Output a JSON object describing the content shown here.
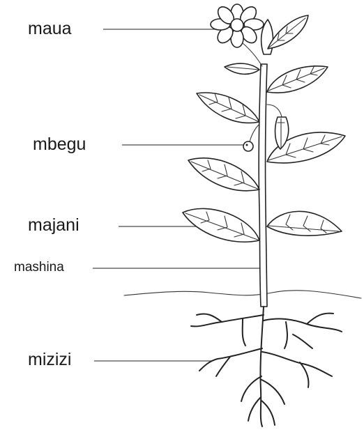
{
  "labels": {
    "flower": "maua",
    "seed": "mbegu",
    "leaves": "majani",
    "stem": "mashina",
    "roots": "mizizi"
  }
}
